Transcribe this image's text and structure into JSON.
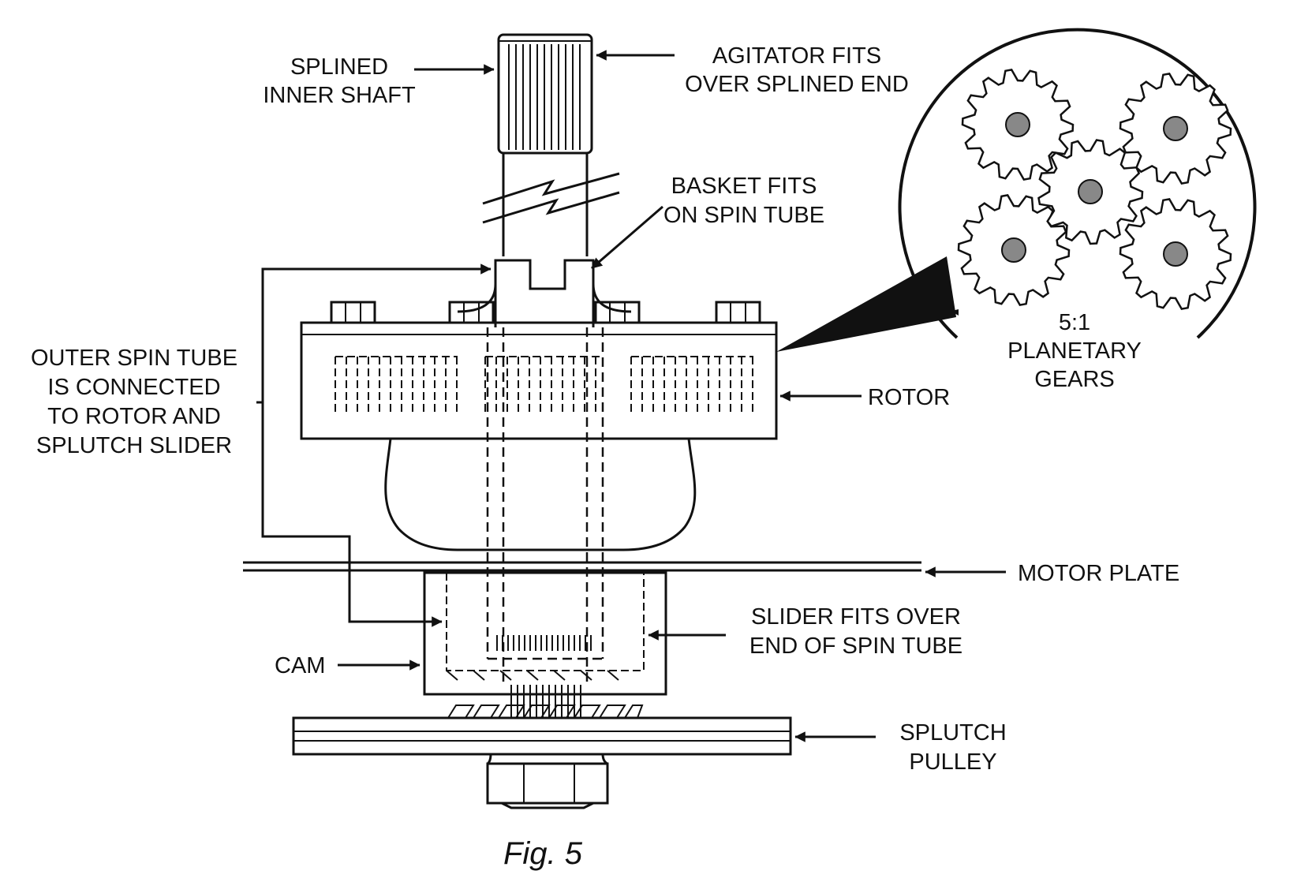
{
  "labels": {
    "splined_inner_shaft": [
      "SPLINED",
      "INNER SHAFT"
    ],
    "agitator": [
      "AGITATOR FITS",
      "OVER SPLINED END"
    ],
    "basket": [
      "BASKET FITS",
      "ON SPIN TUBE"
    ],
    "outer_spin_tube": [
      "OUTER SPIN TUBE",
      "IS CONNECTED",
      "TO ROTOR AND",
      "SPLUTCH SLIDER"
    ],
    "rotor": "ROTOR",
    "motor_plate": "MOTOR PLATE",
    "slider": [
      "SLIDER FITS OVER",
      "END OF SPIN TUBE"
    ],
    "cam": "CAM",
    "splutch_pulley": [
      "SPLUTCH",
      "PULLEY"
    ],
    "planetary": [
      "5:1",
      "PLANETARY",
      "GEARS"
    ]
  },
  "caption": "Fig. 5"
}
